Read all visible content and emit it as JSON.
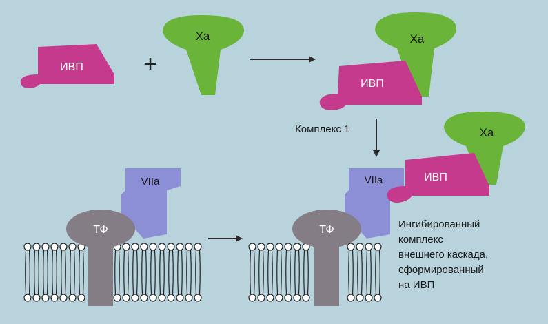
{
  "labels": {
    "ivp": "ИВП",
    "xa": "Xa",
    "plus": "+",
    "viia": "VIIa",
    "tf": "ТФ",
    "complex1": "Комплекс 1",
    "inhibited_complex": [
      "Ингибированный",
      "комплекс",
      "внешнего каскада,",
      "сформированный",
      "на ИВП"
    ]
  },
  "colors": {
    "background": "#b9d3dc",
    "ivp": "#c63a8e",
    "xa": "#6bb43a",
    "viia": "#8c8fd6",
    "tf": "#857d86",
    "membrane_head": "#ffffff",
    "arrow": "#2a2a2a"
  }
}
